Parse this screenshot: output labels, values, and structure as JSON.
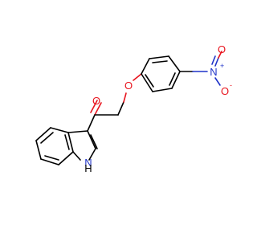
{
  "molecule": {
    "atoms": {
      "ketone_oxygen": "O",
      "ether_oxygen": "O",
      "nitro_nitrogen": "N",
      "nitro_nitrogen_charge": "+",
      "nitro_oxygen_top": "O",
      "nitro_oxygen_bottom": "O",
      "nitro_oxygen_bottom_charge": "-",
      "indole_nitrogen": "N",
      "indole_hydrogen": "H"
    },
    "colors": {
      "bond": "#000000",
      "oxygen": "#e8141e",
      "nitrogen": "#1e32c8"
    }
  }
}
